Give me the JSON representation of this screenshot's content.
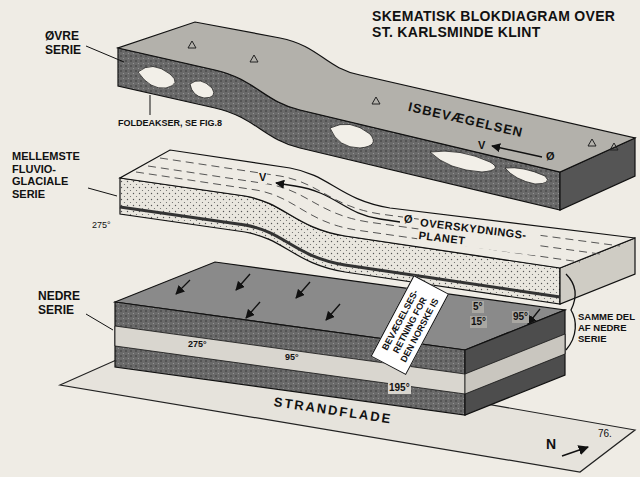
{
  "diagram": {
    "title": "SKEMATISK BLOKDIAGRAM OVER ST. KARLSMINDE KLINT",
    "nodes": [
      {
        "text": [
          "BEVÆGELSES- RETNING FOR DEN NORSKE IS"
        ]
      }
    ],
    "labels": [
      "ØVRE SERIE",
      "FOLDEAKSER, SE FIG.8",
      "ISBEVÆGELSEN",
      "V",
      "Ø",
      "MELLEMSTE FLUVIO- GLACIALE SERIE",
      "275°",
      "V",
      "Ø",
      "OVERSKYDNINGS- PLANET",
      "NEDRE SERIE",
      "SAMME DEL AF NEDRE SERIE",
      "95°",
      "15°",
      "5°",
      "195°",
      "275°",
      "95°",
      "STRANDFLADE",
      "N",
      "76."
    ]
  }
}
